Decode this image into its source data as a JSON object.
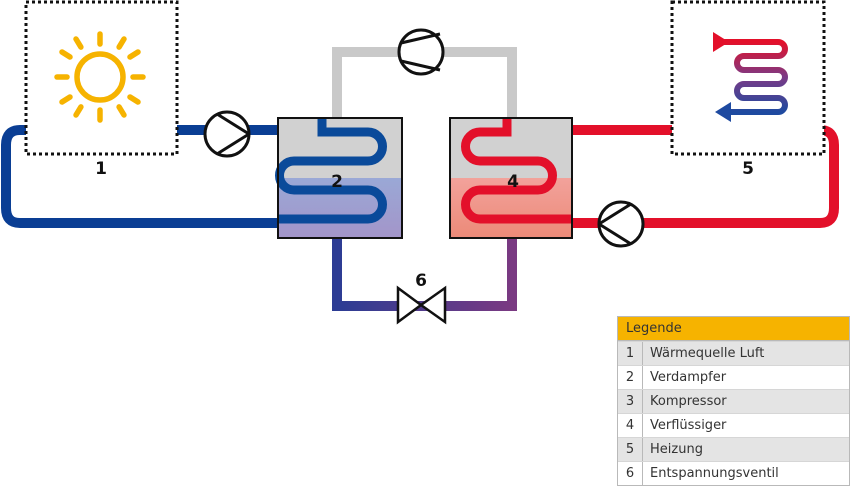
{
  "diagram": {
    "labels": {
      "heat_source": "1",
      "evaporator": "2",
      "condenser": "4",
      "heating": "5",
      "valve": "6"
    },
    "colors": {
      "cold": "#0a3e94",
      "hot": "#e3102a",
      "gas": "#c9c9c9",
      "sun": "#f6b300",
      "mixed": "#6a4a94"
    }
  },
  "legend": {
    "title": "Legende",
    "items": [
      {
        "num": "1",
        "label": "Wärmequelle Luft"
      },
      {
        "num": "2",
        "label": "Verdampfer"
      },
      {
        "num": "3",
        "label": "Kompressor"
      },
      {
        "num": "4",
        "label": "Verflüssiger"
      },
      {
        "num": "5",
        "label": "Heizung"
      },
      {
        "num": "6",
        "label": "Entspannungsventil"
      }
    ]
  }
}
